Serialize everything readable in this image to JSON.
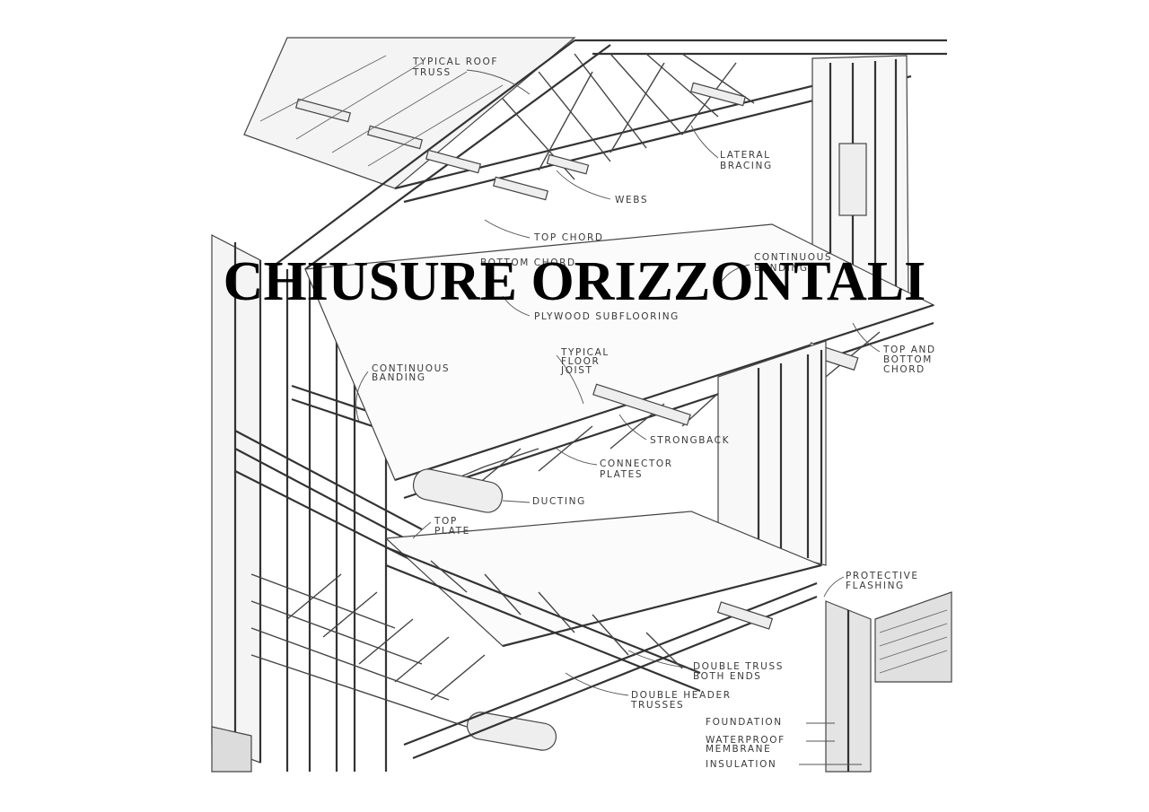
{
  "title": "CHIUSURE ORIZZONTALI",
  "labels": [
    "TYPICAL ROOF",
    "TRUSS",
    "LATERAL",
    "BRACING",
    "WEBS",
    "TOP CHORD",
    "BOTTOM CHORD",
    "CONTINUOUS",
    "BANDING",
    "PLYWOOD SUBFLOORING",
    "TYPICAL",
    "FLOOR",
    "JOIST",
    "TOP AND",
    "BOTTOM",
    "CHORD",
    "CONTINUOUS",
    "BANDING",
    "STRONGBACK",
    "CONNECTOR",
    "PLATES",
    "DUCTING",
    "TOP",
    "PLATE",
    "PROTECTIVE",
    "FLASHING",
    "DOUBLE TRUSS",
    "BOTH ENDS",
    "DOUBLE HEADER",
    "TRUSSES",
    "FOUNDATION",
    "WATERPROOF",
    "MEMBRANE",
    "INSULATION"
  ]
}
